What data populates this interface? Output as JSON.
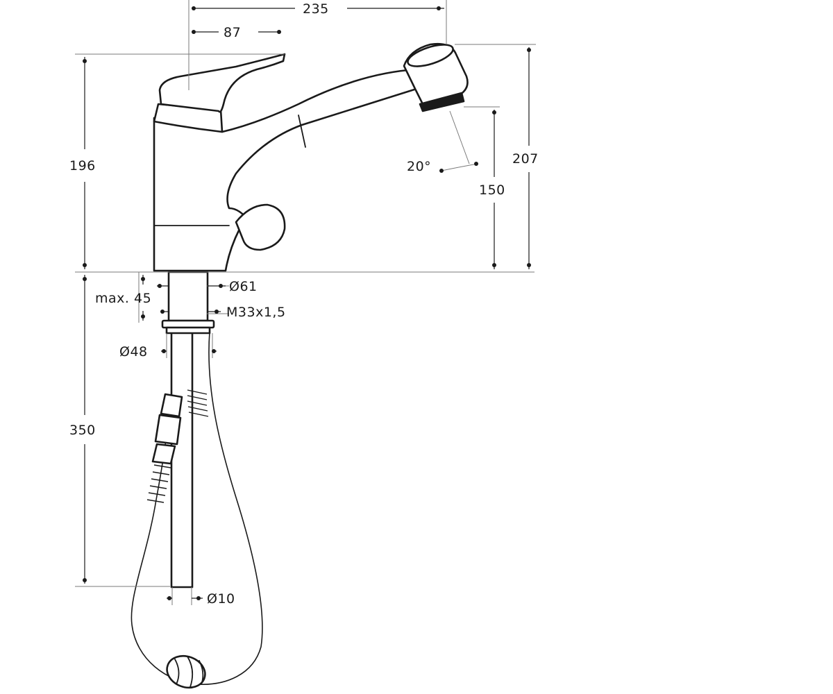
{
  "dimensions": {
    "width_total": "235",
    "lever_reach": "87",
    "height_lever": "196",
    "height_spout": "207",
    "spout_clearance": "150",
    "spray_angle": "20°",
    "max_thickness": "max. 45",
    "base_diameter": "Ø61",
    "thread": "M33x1,5",
    "hole_diameter": "Ø48",
    "hose_length": "350",
    "pipe_diameter": "Ø10"
  }
}
